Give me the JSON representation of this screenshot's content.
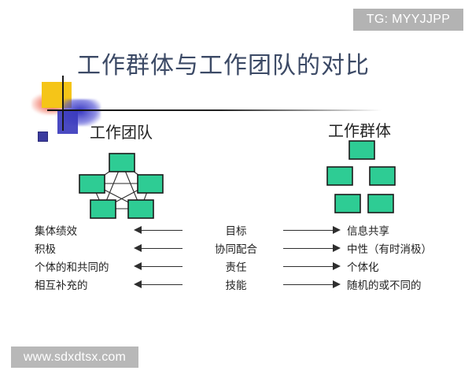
{
  "watermarks": {
    "top": "TG: MYYJJPP",
    "bottom": "www.sdxdtsx.com"
  },
  "slide": {
    "title": "工作群体与工作团队的对比",
    "columns": {
      "left_heading": "工作团队",
      "right_heading": "工作群体"
    }
  },
  "diagrams": {
    "left": {
      "name": "interconnected-team-network",
      "node_count": 5,
      "connected": "all-to-all",
      "node_color": "#2ecc94",
      "node_border": "#1a1a1a",
      "edge_color": "#2a2a2a"
    },
    "right": {
      "name": "isolated-group-nodes",
      "node_count": 5,
      "connected": "none",
      "node_color": "#2ecc94",
      "node_border": "#1a1a1a"
    }
  },
  "comparison": {
    "rows": [
      {
        "left": "集体绩效",
        "middle": "目标",
        "right": "信息共享"
      },
      {
        "left": "积极",
        "middle": "协同配合",
        "right": "中性（有时消极）"
      },
      {
        "left": "个体的和共同的",
        "middle": "责任",
        "right": "个体化"
      },
      {
        "left": "相互补充的",
        "middle": "技能",
        "right": "随机的或不同的"
      }
    ]
  },
  "colors": {
    "title": "#3c4a66",
    "deco_yellow": "#f5c518",
    "deco_red": "#e93c28",
    "deco_blue": "#3b3bbd",
    "node_green": "#2ecc94",
    "watermark_gray": "#b3b3b3"
  }
}
